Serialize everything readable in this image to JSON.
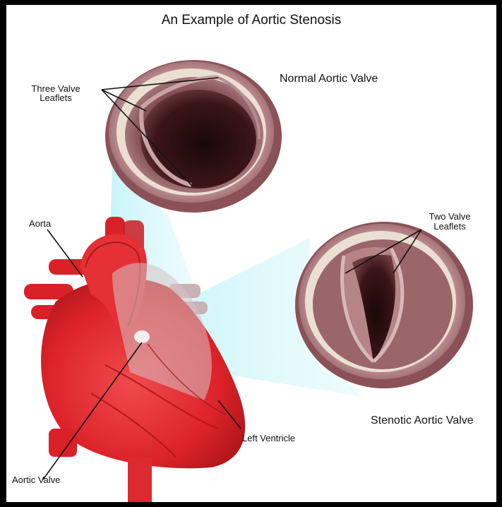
{
  "title": "An Example of Aortic Stenosis",
  "labels": {
    "normal_valve": "Normal Aortic Valve",
    "three_leaflets_line1": "Three Valve",
    "three_leaflets_line2": "Leaflets",
    "two_leaflets_line1": "Two Valve",
    "two_leaflets_line2": "Leaflets",
    "stenotic_valve": "Stenotic Aortic Valve",
    "aorta": "Aorta",
    "left_ventricle": "Left Ventricle",
    "aortic_valve": "Aortic Valve"
  },
  "colors": {
    "frame": "#000000",
    "background": "#ffffff",
    "heart": "#e0262c",
    "callout": "#9fe7ef",
    "valve_tissue": "#a8747a",
    "valve_opening": "#2a0f10"
  }
}
